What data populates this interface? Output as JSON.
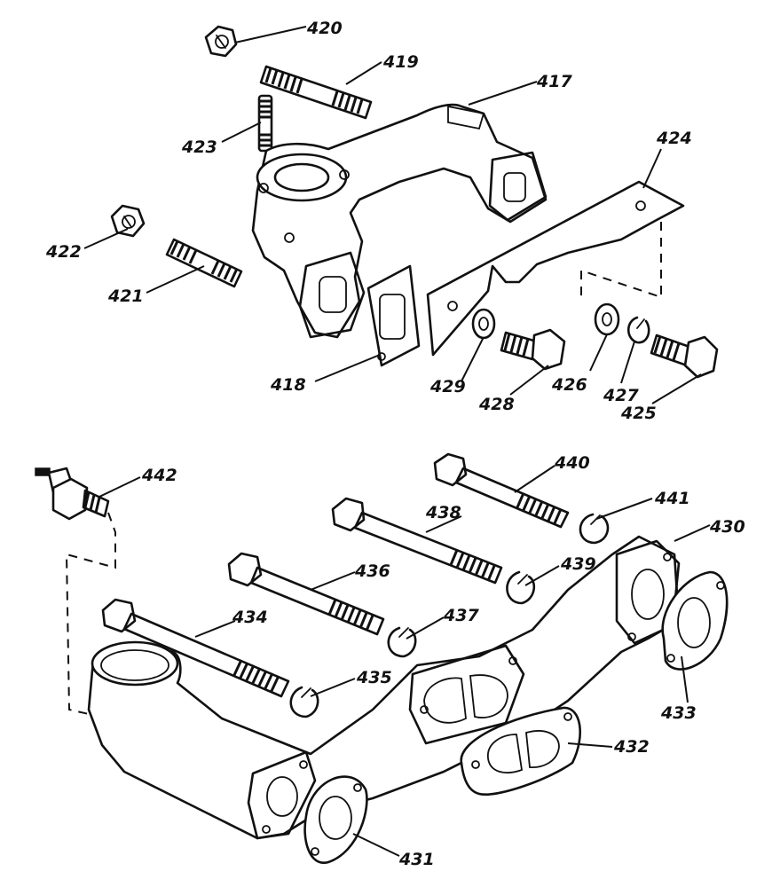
{
  "labels": {
    "l417": "417",
    "l418": "418",
    "l419": "419",
    "l420": "420",
    "l421": "421",
    "l422": "422",
    "l423": "423",
    "l424": "424",
    "l425": "425",
    "l426": "426",
    "l427": "427",
    "l428": "428",
    "l429": "429",
    "l430": "430",
    "l431": "431",
    "l432": "432",
    "l433": "433",
    "l434": "434",
    "l435": "435",
    "l436": "436",
    "l437": "437",
    "l438": "438",
    "l439": "439",
    "l440": "440",
    "l441": "441",
    "l442": "442"
  }
}
